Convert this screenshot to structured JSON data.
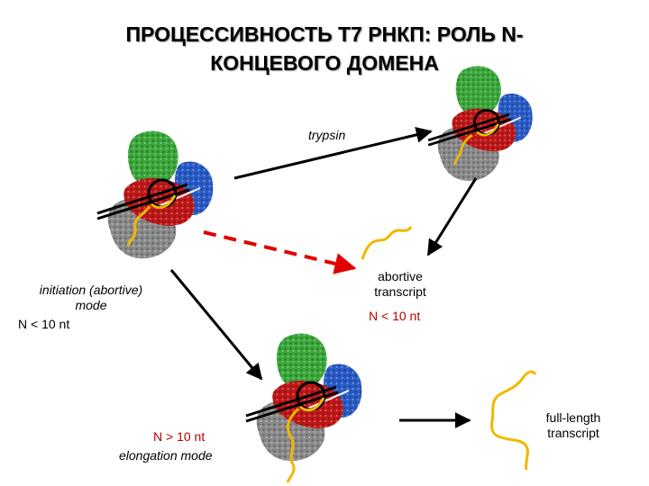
{
  "title": {
    "line1": "ПРОЦЕССИВНОСТЬ T7 РНКП: РОЛЬ N-",
    "line2": "КОНЦЕВОГО ДОМЕНА"
  },
  "labels": {
    "trypsin": "trypsin",
    "initiation_line1": "initiation (abortive)",
    "initiation_line2": "mode",
    "initiation_n": "N < 10 nt",
    "abortive_line1": "abortive",
    "abortive_line2": "transcript",
    "abortive_n": "N < 10 nt",
    "elongation_n": "N > 10 nt",
    "elongation_mode": "elongation mode",
    "fulllength_line1": "full-length",
    "fulllength_line2": "transcript"
  },
  "colors": {
    "green_domain": "#3ca83c",
    "blue_domain": "#2a5cc8",
    "red_domain": "#c01818",
    "gray_domain": "#8a8a8a",
    "rna": "#f0b800",
    "arrow_black": "#000000",
    "arrow_red": "#e00000",
    "label_red": "#c00000"
  }
}
